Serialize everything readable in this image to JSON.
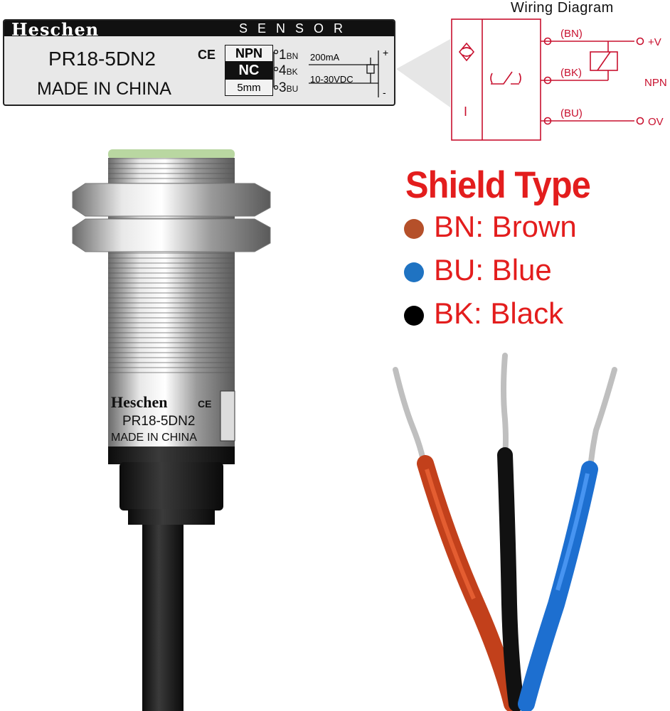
{
  "label": {
    "brand": "Heschen",
    "sensor": "SENSOR",
    "model": "PR18-5DN2",
    "made_in": "MADE IN CHINA",
    "ce": "CE",
    "type": "NPN",
    "mode": "NC",
    "range": "5mm",
    "pins": [
      {
        "num": "1",
        "code": "BN"
      },
      {
        "num": "4",
        "code": "BK"
      },
      {
        "num": "3",
        "code": "BU"
      }
    ],
    "current": "200mA",
    "voltage": "10-30VDC",
    "plus": "+",
    "minus": "-"
  },
  "wiring": {
    "title": "Wiring Diagram",
    "bn": "(BN)",
    "bk": "(BK)",
    "bu": "(BU)",
    "plus_v": "+V",
    "zero_v": "OV",
    "npn": "NPN",
    "coil_symbol": "I"
  },
  "body_label": {
    "brand": "Heschen",
    "ce": "CE",
    "model": "PR18-5DN2",
    "made_in": "MADE IN CHINA"
  },
  "shield": {
    "title": "Shield Type",
    "items": [
      {
        "text": "BN: Brown",
        "color": "#b5502a"
      },
      {
        "text": "BU: Blue",
        "color": "#1f73c2"
      },
      {
        "text": "BK: Black",
        "color": "#000000"
      }
    ]
  },
  "colors": {
    "accent_red": "#e31d1d",
    "diagram_red": "#c8102e"
  }
}
